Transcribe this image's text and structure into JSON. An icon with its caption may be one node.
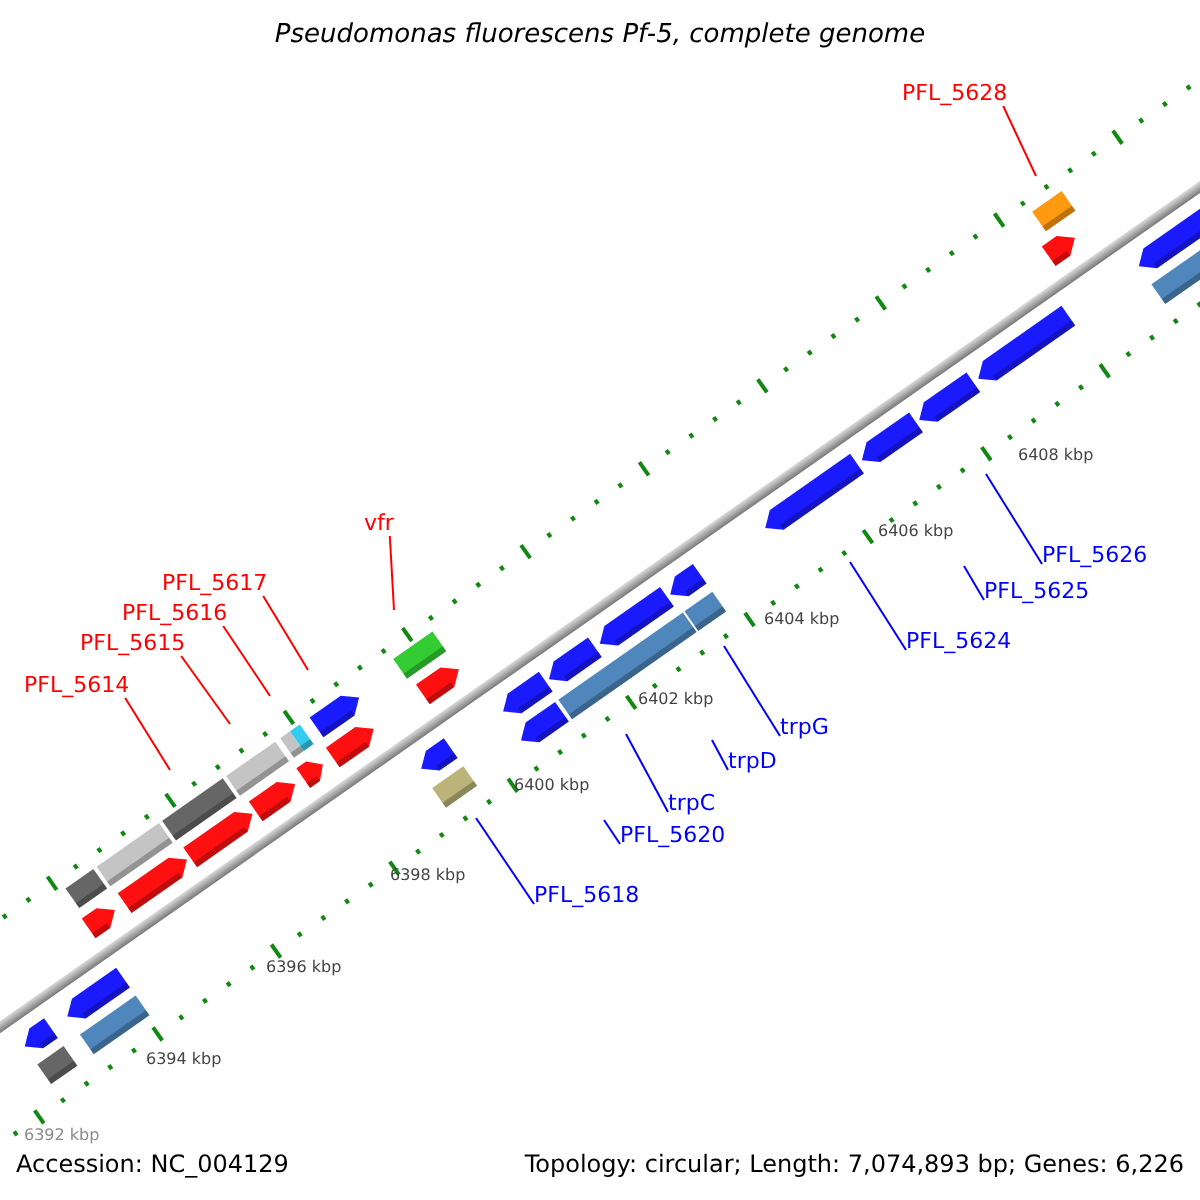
{
  "diagram": {
    "title": "Pseudomonas fluorescens Pf-5, complete genome",
    "nodes": [
      {
        "text": [
          "PFL_5614"
        ]
      },
      {
        "text": [
          "PFL_5615"
        ]
      },
      {
        "text": [
          "PFL_5616"
        ]
      },
      {
        "text": [
          "PFL_5617"
        ]
      },
      {
        "text": [
          "vfr"
        ]
      },
      {
        "text": [
          "PFL_5628"
        ]
      },
      {
        "text": [
          "PFL_5618"
        ]
      },
      {
        "text": [
          "PFL_5620"
        ]
      },
      {
        "text": [
          "trpC"
        ]
      },
      {
        "text": [
          "trpD"
        ]
      },
      {
        "text": [
          "trpG"
        ]
      },
      {
        "text": [
          "PFL_5624"
        ]
      },
      {
        "text": [
          "PFL_5625"
        ]
      },
      {
        "text": [
          "PFL_5626"
        ]
      }
    ],
    "edges": [
      {
        "from": 0,
        "to": null,
        "arrow": "none",
        "color": "#ff0000"
      },
      {
        "from": 1,
        "to": null,
        "arrow": "none",
        "color": "#ff0000"
      },
      {
        "from": 2,
        "to": null,
        "arrow": "none",
        "color": "#ff0000"
      },
      {
        "from": 3,
        "to": null,
        "arrow": "none",
        "color": "#ff0000"
      },
      {
        "from": 4,
        "to": null,
        "arrow": "none",
        "color": "#ff0000"
      },
      {
        "from": 5,
        "to": null,
        "arrow": "none",
        "color": "#ff0000"
      },
      {
        "from": 6,
        "to": null,
        "arrow": "none"
      },
      {
        "from": 7,
        "to": null,
        "arrow": "none"
      },
      {
        "from": 8,
        "to": null,
        "arrow": "none"
      },
      {
        "from": 9,
        "to": null,
        "arrow": "none"
      },
      {
        "from": 10,
        "to": null,
        "arrow": "none"
      },
      {
        "from": 11,
        "to": null,
        "arrow": "none"
      },
      {
        "from": 12,
        "to": null,
        "arrow": "none"
      },
      {
        "from": 13,
        "to": null,
        "arrow": "none"
      }
    ],
    "labels": [
      "6392 kbp",
      "6394 kbp",
      "6396 kbp",
      "6398 kbp",
      "6400 kbp",
      "6402 kbp",
      "6404 kbp",
      "6406 kbp",
      "6408 kbp",
      "Accession: NC_004129",
      "Topology: circular; Length: 7,074,893 bp; Genes: 6,226"
    ]
  }
}
